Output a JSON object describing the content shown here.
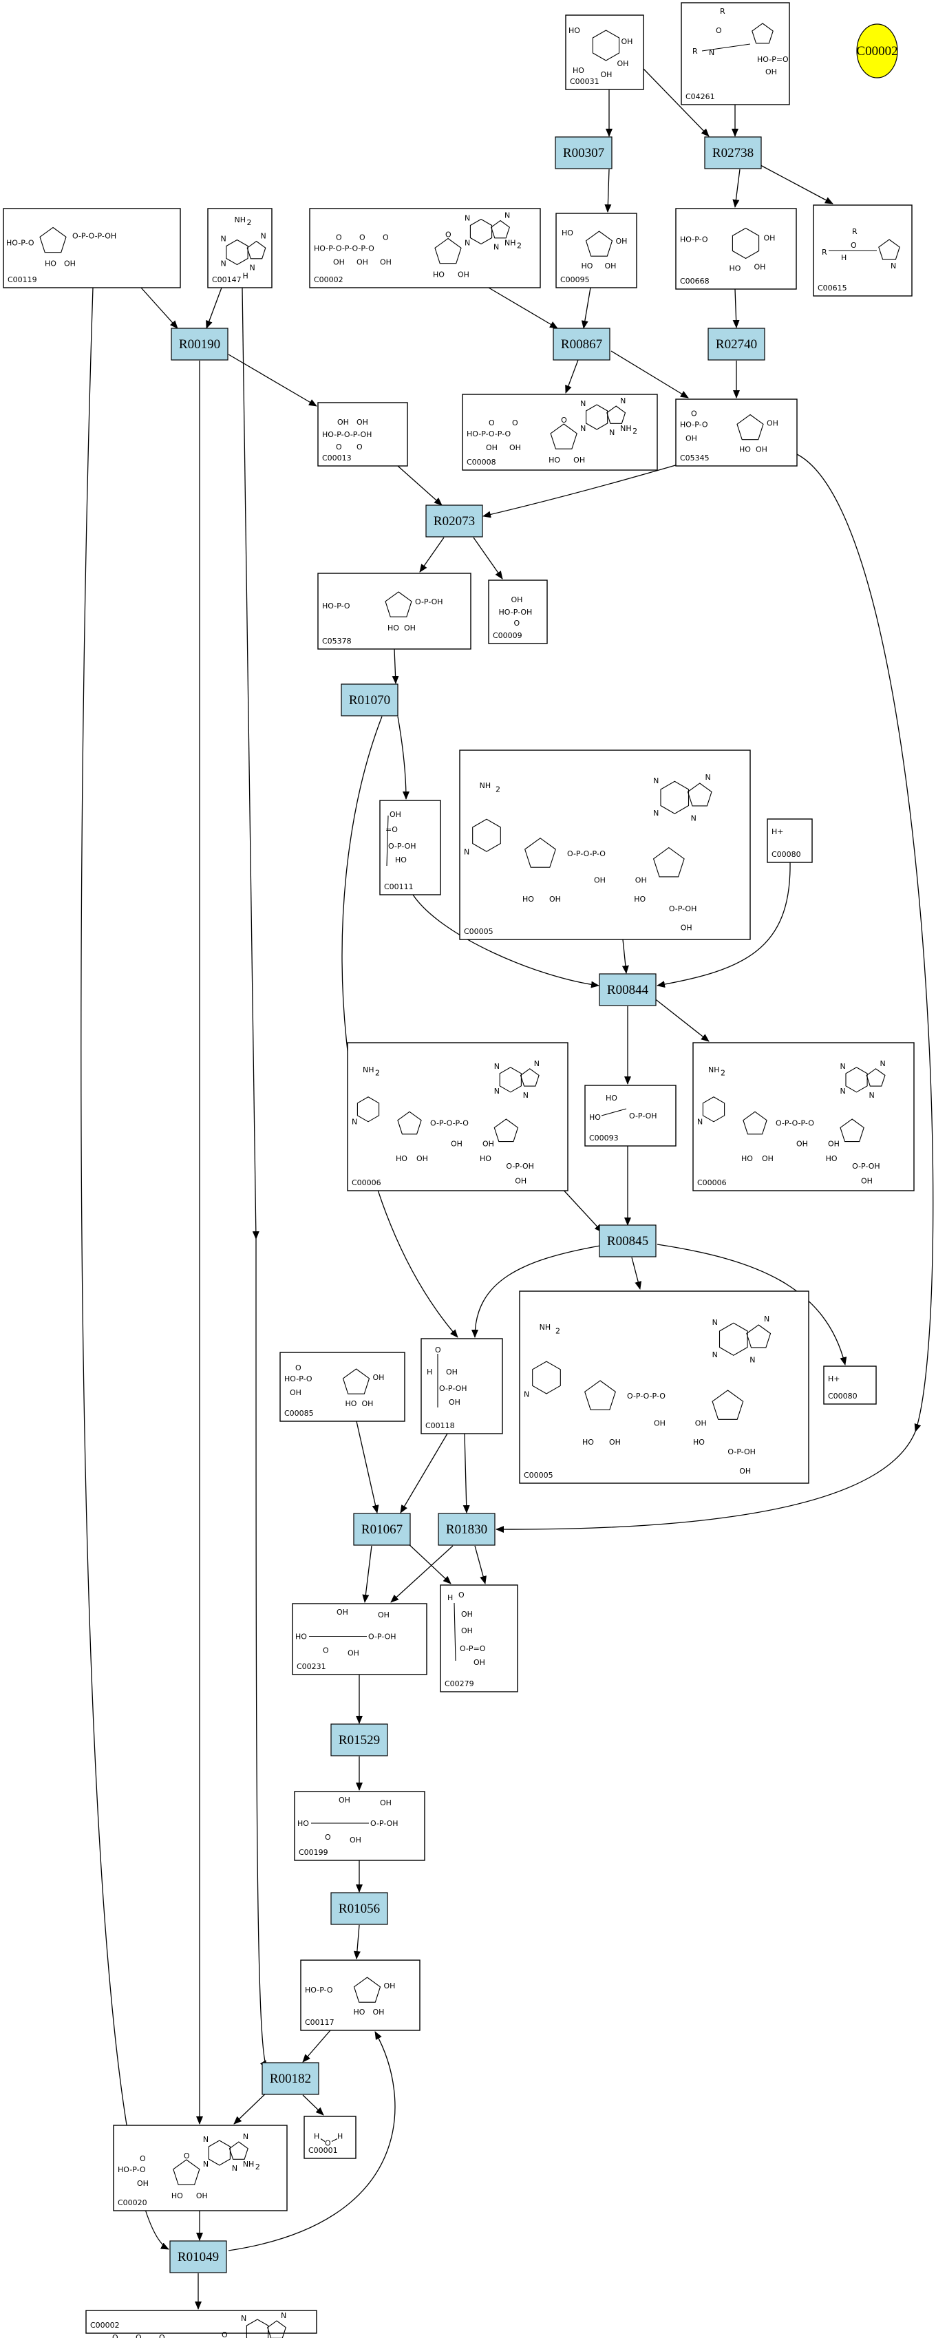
{
  "colors": {
    "reaction_fill": "#add8e6",
    "highlight_fill": "#ffff00",
    "stroke": "#000000"
  },
  "highlight": {
    "label": "C00002"
  },
  "reactions": [
    {
      "id": "r00307",
      "label": "R00307"
    },
    {
      "id": "r02738",
      "label": "R02738"
    },
    {
      "id": "r00190",
      "label": "R00190"
    },
    {
      "id": "r00867",
      "label": "R00867"
    },
    {
      "id": "r02740",
      "label": "R02740"
    },
    {
      "id": "r02073",
      "label": "R02073"
    },
    {
      "id": "r01070",
      "label": "R01070"
    },
    {
      "id": "r00844",
      "label": "R00844"
    },
    {
      "id": "r00845",
      "label": "R00845"
    },
    {
      "id": "r01067",
      "label": "R01067"
    },
    {
      "id": "r01830",
      "label": "R01830"
    },
    {
      "id": "r01529",
      "label": "R01529"
    },
    {
      "id": "r01056",
      "label": "R01056"
    },
    {
      "id": "r00182",
      "label": "R00182"
    },
    {
      "id": "r01049",
      "label": "R01049"
    }
  ],
  "compounds": [
    {
      "id": "c00031",
      "label": "C00031",
      "kind": "hexose"
    },
    {
      "id": "c04261",
      "label": "C04261",
      "kind": "phosphohis"
    },
    {
      "id": "c00119",
      "label": "C00119",
      "kind": "prpp"
    },
    {
      "id": "c00147",
      "label": "C00147",
      "kind": "adenine"
    },
    {
      "id": "c00002a",
      "label": "C00002",
      "kind": "atp"
    },
    {
      "id": "c00095",
      "label": "C00095",
      "kind": "furanose"
    },
    {
      "id": "c00668",
      "label": "C00668",
      "kind": "hexosep"
    },
    {
      "id": "c00615",
      "label": "C00615",
      "kind": "his"
    },
    {
      "id": "c00013",
      "label": "C00013",
      "kind": "ppi"
    },
    {
      "id": "c00008",
      "label": "C00008",
      "kind": "adp"
    },
    {
      "id": "c05345",
      "label": "C05345",
      "kind": "furanosep"
    },
    {
      "id": "c05378",
      "label": "C05378",
      "kind": "fbp"
    },
    {
      "id": "c00009",
      "label": "C00009",
      "kind": "pi"
    },
    {
      "id": "c00111",
      "label": "C00111",
      "kind": "dhap"
    },
    {
      "id": "c00005a",
      "label": "C00005",
      "kind": "nadph"
    },
    {
      "id": "c00080a",
      "label": "C00080",
      "kind": "proton"
    },
    {
      "id": "c00006a",
      "label": "C00006",
      "kind": "nadp"
    },
    {
      "id": "c00093",
      "label": "C00093",
      "kind": "glycerolp"
    },
    {
      "id": "c00006b",
      "label": "C00006",
      "kind": "nadp"
    },
    {
      "id": "c00085",
      "label": "C00085",
      "kind": "furanosep"
    },
    {
      "id": "c00118",
      "label": "C00118",
      "kind": "g3p"
    },
    {
      "id": "c00005b",
      "label": "C00005",
      "kind": "nadph"
    },
    {
      "id": "c00080b",
      "label": "C00080",
      "kind": "proton"
    },
    {
      "id": "c00231",
      "label": "C00231",
      "kind": "ketop"
    },
    {
      "id": "c00279",
      "label": "C00279",
      "kind": "e4p"
    },
    {
      "id": "c00199",
      "label": "C00199",
      "kind": "ketop"
    },
    {
      "id": "c00117",
      "label": "C00117",
      "kind": "r5p"
    },
    {
      "id": "c00001",
      "label": "C00001",
      "kind": "water"
    },
    {
      "id": "c00020",
      "label": "C00020",
      "kind": "amp"
    },
    {
      "id": "c00002b",
      "label": "C00002",
      "kind": "atp"
    }
  ]
}
